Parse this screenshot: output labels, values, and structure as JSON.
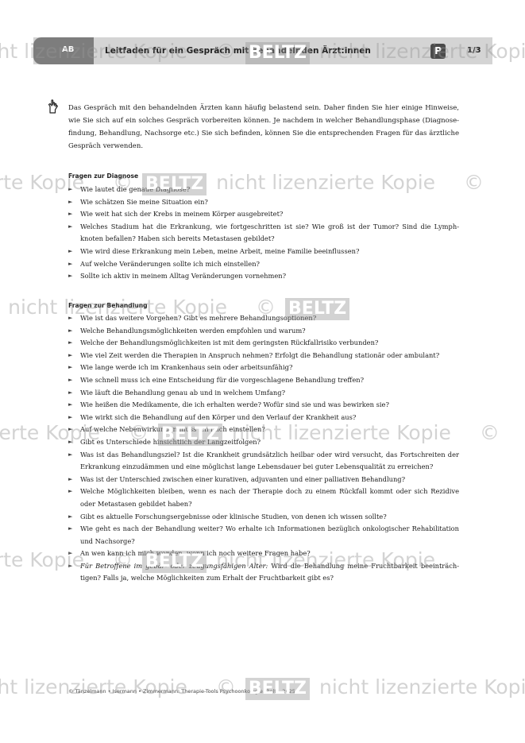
{
  "header": {
    "tab_label": "AB",
    "title": "Leitfaden für ein Gespräch mit behandelnden Ärzt:innen",
    "logo_letter": "P",
    "page_number": "1/3"
  },
  "intro": {
    "icon": "writing-hand-icon",
    "text": "Das Gespräch mit den behandelnden Ärzten kann häufig belastend sein. Daher finden Sie hier einige Hinweise, wie Sie sich auf ein solches Gespräch vorbereiten können. Je nachdem in welcher Behandlungsphase (Diagnose­findung, Behandlung, Nachsorge etc.) Sie sich befinden, können Sie die entsprechenden Fragen für das ärztliche Gespräch verwenden."
  },
  "sections": [
    {
      "title": "Fragen zur Diagnose",
      "items": [
        "Wie lautet die genaue Diagnose?",
        "Wie schätzen Sie meine Situation ein?",
        "Wie weit hat sich der Krebs in meinem Körper ausgebreitet?",
        "Welches Stadium hat die Erkrankung, wie fortgeschritten ist sie? Wie groß ist der Tumor? Sind die Lymph­knoten befallen? Haben sich bereits Metastasen gebildet?",
        "Wie wird diese Erkrankung mein Leben, meine Arbeit, meine Familie beeinflussen?",
        "Auf welche Veränderungen sollte ich mich einstellen?",
        "Sollte ich aktiv in meinem Alltag Veränderungen vornehmen?"
      ]
    },
    {
      "title": "Fragen zur Behandlung",
      "items": [
        "Wie ist das weitere Vorgehen? Gibt es mehrere Behandlungsoptionen?",
        "Welche Behandlungsmöglichkeiten werden empfohlen und warum?",
        "Welche der Behandlungsmöglichkeiten ist mit dem geringsten Rückfallrisiko verbunden?",
        "Wie viel Zeit werden die Therapien in Anspruch nehmen? Erfolgt die Behandlung stationär oder ambulant?",
        "Wie lange werde ich im Krankenhaus sein oder arbeitsunfähig?",
        "Wie schnell muss ich eine Entscheidung für die vorgeschlagene Behandlung treffen?",
        "Wie läuft die Behandlung genau ab und in welchem Umfang?",
        "Wie heißen die Medikamente, die ich erhalten werde? Wofür sind sie und was bewirken sie?",
        "Wie wirkt sich die Behandlung auf den Körper und den Verlauf der Krankheit aus?",
        "Auf welche Nebenwirkungen muss ich mich einstellen?",
        "Gibt es Unterschiede hinsichtlich der Langzeitfolgen?",
        "Was ist das Behandlungsziel? Ist die Krankheit grundsätzlich heilbar oder wird versucht, das Fortschreiten der Erkrankung einzudämmen und eine möglichst lange Lebensdauer bei guter Lebensqualität zu erreichen?",
        "Was ist der Unterschied zwischen einer kurativen, adjuvanten und einer palliativen Behandlung?",
        "Welche Möglichkeiten bleiben, wenn es nach der Therapie doch zu einem Rückfall kommt oder sich Rezidi­ve oder Metastasen gebildet haben?",
        "Gibt es aktuelle Forschungsergebnisse oder klinische Studien, von denen ich wissen sollte?",
        "Wie geht es nach der Behandlung weiter? Wo erhalte ich Informationen bezüglich onkologischer Rehabilita­tion und Nachsorge?",
        "An wen kann ich mich wenden, wenn ich noch weitere Fragen habe?"
      ],
      "special_item": {
        "italic_lead": "Für Betroffene im gebär- oder zeugungsfähigen Alter:",
        "rest": " Wird die Behandlung meine Fruchtbarkeit beeinträch­tigen? Falls ja, welche Möglichkeiten zum Erhalt der Fruchtbarkeit gibt es?"
      }
    }
  ],
  "footer": {
    "text": "© Tänzelmann • Isermann • Zimmermann: Therapie-Tools Psychoonkologie. Beltz, 2025"
  },
  "watermark": {
    "copy_symbol": "©",
    "brand": "BELTZ",
    "text": "nicht lizenzierte Kopie"
  }
}
